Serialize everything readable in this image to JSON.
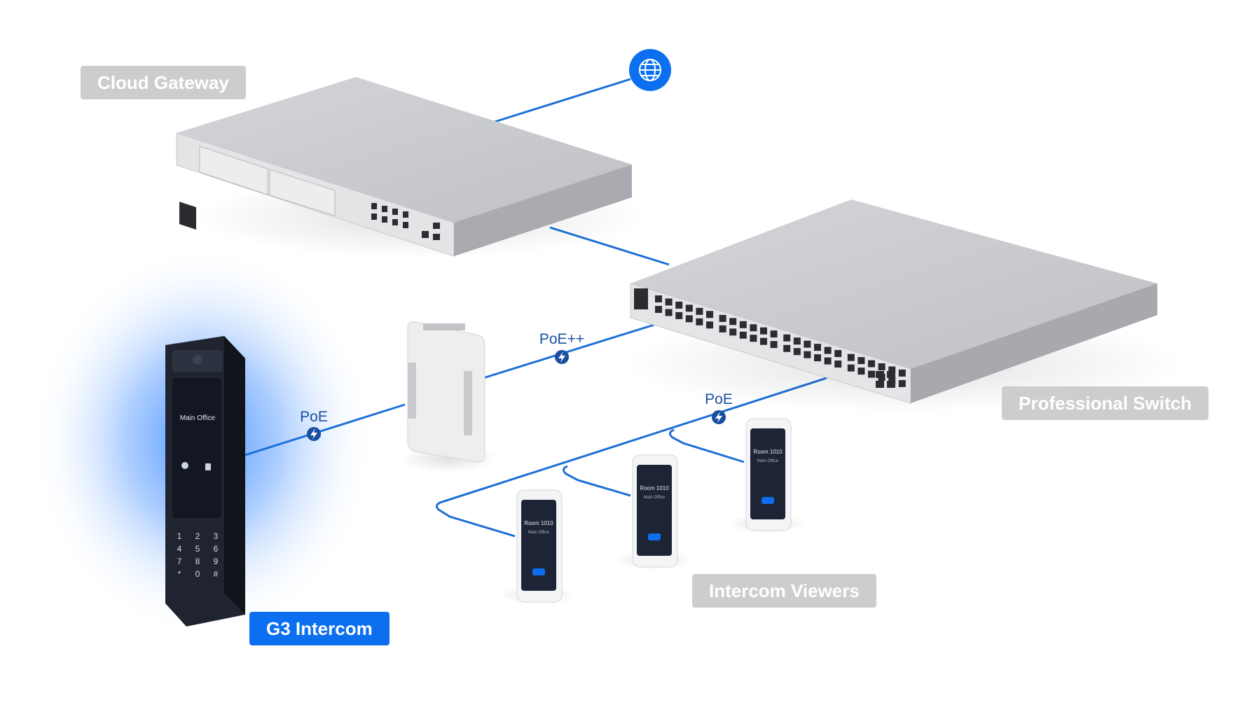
{
  "labels": {
    "cloud_gateway": "Cloud Gateway",
    "professional_switch": "Professional Switch",
    "intercom_viewers": "Intercom Viewers",
    "g3_intercom": "G3 Intercom"
  },
  "links": {
    "poe_intercom": "PoE",
    "poe_plus_plus": "PoE++",
    "poe_viewers": "PoE"
  },
  "devices": {
    "intercom_screen_title": "Main Office",
    "viewer_screen_title": "Room 1010",
    "viewer_screen_subtitle": "Main Office",
    "keypad_keys": [
      "1",
      "2",
      "3",
      "4",
      "5",
      "6",
      "7",
      "8",
      "9",
      "*",
      "0",
      "#"
    ]
  },
  "colors": {
    "accent": "#0b6ff0",
    "cable": "#1d6fd6",
    "tag_gray": "#cdcdcd",
    "device_gray": "#c4c6ca"
  },
  "icons": {
    "internet": "globe-icon",
    "poe": "lightning-icon"
  }
}
